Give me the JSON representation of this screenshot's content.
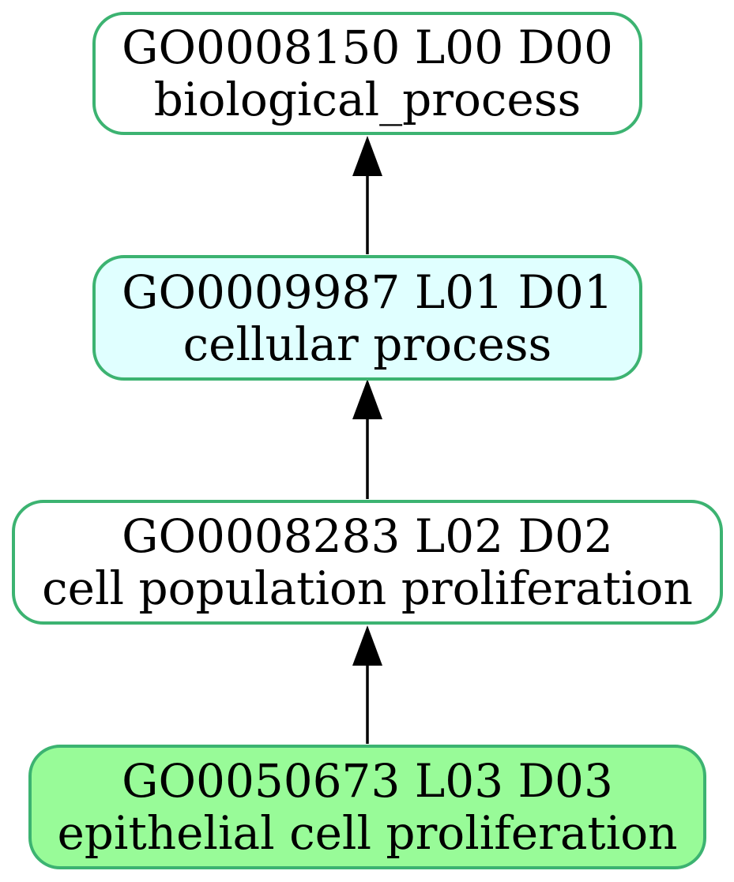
{
  "diagram": {
    "kind": "gene-ontology-ancestry-dag",
    "background_color": "#ffffff",
    "node_border_color": "#3cb371",
    "edge_color": "#000000",
    "nodes": [
      {
        "id": "GO0008150",
        "line1": "GO0008150 L00 D00",
        "line2": "biological_process",
        "fill": "#ffffff"
      },
      {
        "id": "GO0009987",
        "line1": "GO0009987 L01 D01",
        "line2": "cellular process",
        "fill": "#e0ffff"
      },
      {
        "id": "GO0008283",
        "line1": "GO0008283 L02 D02",
        "line2": "cell population proliferation",
        "fill": "#ffffff"
      },
      {
        "id": "GO0050673",
        "line1": "GO0050673 L03 D03",
        "line2": "epithelial cell proliferation",
        "fill": "#98fb98"
      }
    ],
    "edges": [
      {
        "from": "GO0009987",
        "to": "GO0008150"
      },
      {
        "from": "GO0008283",
        "to": "GO0009987"
      },
      {
        "from": "GO0050673",
        "to": "GO0008283"
      }
    ]
  }
}
